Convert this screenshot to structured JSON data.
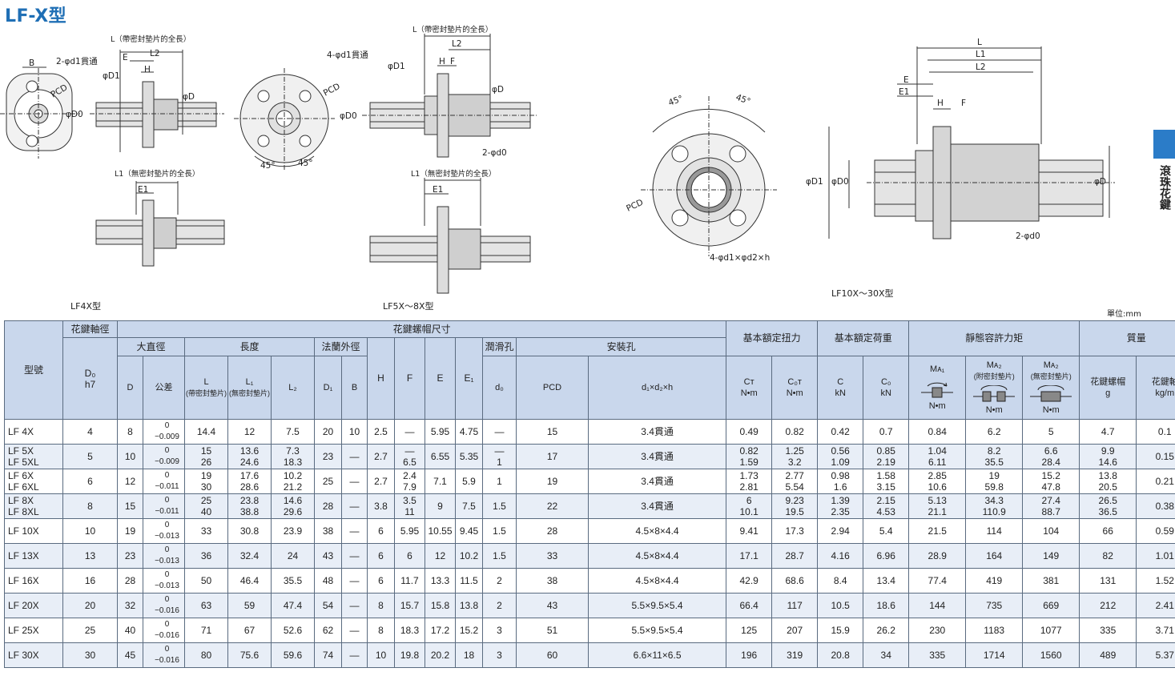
{
  "title": "LF-X型",
  "side_tab": {
    "label": "滾珠花鍵",
    "accent": "#2b7cc8"
  },
  "unit_note": "單位:mm",
  "diagrams": {
    "lf4x": {
      "caption": "LF4X型",
      "labels": {
        "B": "B",
        "holes": "2-φd1貫通",
        "pcd": "PCD",
        "L_full": "L（帶密封墊片的全長）",
        "E": "E",
        "L2": "L2",
        "D1": "φD1",
        "H": "H",
        "D": "φD",
        "D0": "φD0",
        "L1_full": "L1（無密封墊片的全長）",
        "E1": "E1"
      }
    },
    "lf5x": {
      "caption": "LF5X～8X型",
      "labels": {
        "holes": "4-φd1貫通",
        "pcd": "PCD",
        "ang1": "45°",
        "ang2": "45°",
        "L_full": "L（帶密封墊片的全長）",
        "L2": "L2",
        "D1": "φD1",
        "H": "H",
        "F": "F",
        "D": "φD",
        "D0": "φD0",
        "d0": "2-φd0",
        "L1_full": "L1（無密封墊片的全長）",
        "E1": "E1"
      }
    },
    "lf10x": {
      "caption": "LF10X～30X型",
      "labels": {
        "ang1": "45°",
        "ang2": "45°",
        "pcd": "PCD",
        "holes": "4-φd1×φd2×h",
        "L": "L",
        "L1": "L1",
        "L2": "L2",
        "E": "E",
        "E1": "E1",
        "H": "H",
        "F": "F",
        "D1": "φD1",
        "D0": "φD0",
        "D": "φD",
        "d0": "2-φd0"
      }
    }
  },
  "table": {
    "groups": {
      "model": "型號",
      "shaft": "花鍵軸徑",
      "nut": "花鍵螺帽尺寸",
      "torque": "基本額定扭力",
      "load": "基本額定荷重",
      "moment": "靜態容許力矩",
      "mass": "質量"
    },
    "subgroups": {
      "outer": "大直徑",
      "length": "長度",
      "flange": "法蘭外徑",
      "lube": "潤滑孔",
      "mount": "安裝孔"
    },
    "cols": {
      "d0_shaft": "D₀",
      "d0_h7": "h7",
      "D": "D",
      "tol": "公差",
      "L": "L",
      "L_note": "(帶密封墊片)",
      "L1": "L₁",
      "L1_note": "(無密封墊片)",
      "L2": "L₂",
      "D1": "D₁",
      "B": "B",
      "H": "H",
      "F": "F",
      "E": "E",
      "E1": "E₁",
      "d0": "d₀",
      "PCD": "PCD",
      "mount": "d₁×d₂×h",
      "CT": "Cᴛ",
      "COT": "C₀ᴛ",
      "Nm": "N•m",
      "C": "C",
      "C0": "C₀",
      "kN": "kN",
      "MA1": "Mᴀ₁",
      "MA2a": "Mᴀ₂",
      "MA2a_note": "(附密封墊片)",
      "MA2b": "Mᴀ₂",
      "MA2b_note": "(無密封墊片)",
      "nut_mass": "花鍵螺帽",
      "nut_unit": "g",
      "shaft_mass": "花鍵軸",
      "shaft_unit": "kg/m"
    },
    "rows": [
      {
        "model": [
          "LF 4X"
        ],
        "d0": "4",
        "D": "8",
        "tol": [
          "0",
          "−0.009"
        ],
        "L": [
          "14.4"
        ],
        "L1": [
          "12"
        ],
        "L2": [
          "7.5"
        ],
        "D1": "20",
        "B": "10",
        "H": "2.5",
        "F": [
          "—"
        ],
        "E": "5.95",
        "E1": "4.75",
        "d0h": [
          "—"
        ],
        "PCD": "15",
        "mount": "3.4貫通",
        "CT": [
          "0.49"
        ],
        "COT": [
          "0.82"
        ],
        "C": [
          "0.42"
        ],
        "C0": [
          "0.7"
        ],
        "MA1": [
          "0.84"
        ],
        "MA2a": [
          "6.2"
        ],
        "MA2b": [
          "5"
        ],
        "mnut": [
          "4.7"
        ],
        "mshaft": "0.1"
      },
      {
        "model": [
          "LF 5X",
          "LF 5XL"
        ],
        "d0": "5",
        "D": "10",
        "tol": [
          "0",
          "−0.009"
        ],
        "L": [
          "15",
          "26"
        ],
        "L1": [
          "13.6",
          "24.6"
        ],
        "L2": [
          "7.3",
          "18.3"
        ],
        "D1": "23",
        "B": "—",
        "H": "2.7",
        "F": [
          "—",
          "6.5"
        ],
        "E": "6.55",
        "E1": "5.35",
        "d0h": [
          "—",
          "1"
        ],
        "PCD": "17",
        "mount": "3.4貫通",
        "CT": [
          "0.82",
          "1.59"
        ],
        "COT": [
          "1.25",
          "3.2"
        ],
        "C": [
          "0.56",
          "1.09"
        ],
        "C0": [
          "0.85",
          "2.19"
        ],
        "MA1": [
          "1.04",
          "6.11"
        ],
        "MA2a": [
          "8.2",
          "35.5"
        ],
        "MA2b": [
          "6.6",
          "28.4"
        ],
        "mnut": [
          "9.9",
          "14.6"
        ],
        "mshaft": "0.15"
      },
      {
        "model": [
          "LF 6X",
          "LF 6XL"
        ],
        "d0": "6",
        "D": "12",
        "tol": [
          "0",
          "−0.011"
        ],
        "L": [
          "19",
          "30"
        ],
        "L1": [
          "17.6",
          "28.6"
        ],
        "L2": [
          "10.2",
          "21.2"
        ],
        "D1": "25",
        "B": "—",
        "H": "2.7",
        "F": [
          "2.4",
          "7.9"
        ],
        "E": "7.1",
        "E1": "5.9",
        "d0h": [
          "1"
        ],
        "PCD": "19",
        "mount": "3.4貫通",
        "CT": [
          "1.73",
          "2.81"
        ],
        "COT": [
          "2.77",
          "5.54"
        ],
        "C": [
          "0.98",
          "1.6"
        ],
        "C0": [
          "1.58",
          "3.15"
        ],
        "MA1": [
          "2.85",
          "10.6"
        ],
        "MA2a": [
          "19",
          "59.8"
        ],
        "MA2b": [
          "15.2",
          "47.8"
        ],
        "mnut": [
          "13.8",
          "20.5"
        ],
        "mshaft": "0.21"
      },
      {
        "model": [
          "LF 8X",
          "LF 8XL"
        ],
        "d0": "8",
        "D": "15",
        "tol": [
          "0",
          "−0.011"
        ],
        "L": [
          "25",
          "40"
        ],
        "L1": [
          "23.8",
          "38.8"
        ],
        "L2": [
          "14.6",
          "29.6"
        ],
        "D1": "28",
        "B": "—",
        "H": "3.8",
        "F": [
          "3.5",
          "11"
        ],
        "E": "9",
        "E1": "7.5",
        "d0h": [
          "1.5"
        ],
        "PCD": "22",
        "mount": "3.4貫通",
        "CT": [
          "6",
          "10.1"
        ],
        "COT": [
          "9.23",
          "19.5"
        ],
        "C": [
          "1.39",
          "2.35"
        ],
        "C0": [
          "2.15",
          "4.53"
        ],
        "MA1": [
          "5.13",
          "21.1"
        ],
        "MA2a": [
          "34.3",
          "110.9"
        ],
        "MA2b": [
          "27.4",
          "88.7"
        ],
        "mnut": [
          "26.5",
          "36.5"
        ],
        "mshaft": "0.38"
      },
      {
        "model": [
          "LF 10X"
        ],
        "d0": "10",
        "D": "19",
        "tol": [
          "0",
          "−0.013"
        ],
        "L": [
          "33"
        ],
        "L1": [
          "30.8"
        ],
        "L2": [
          "23.9"
        ],
        "D1": "38",
        "B": "—",
        "H": "6",
        "F": [
          "5.95"
        ],
        "E": "10.55",
        "E1": "9.45",
        "d0h": [
          "1.5"
        ],
        "PCD": "28",
        "mount": "4.5×8×4.4",
        "CT": [
          "9.41"
        ],
        "COT": [
          "17.3"
        ],
        "C": [
          "2.94"
        ],
        "C0": [
          "5.4"
        ],
        "MA1": [
          "21.5"
        ],
        "MA2a": [
          "114"
        ],
        "MA2b": [
          "104"
        ],
        "mnut": [
          "66"
        ],
        "mshaft": "0.59"
      },
      {
        "model": [
          "LF 13X"
        ],
        "d0": "13",
        "D": "23",
        "tol": [
          "0",
          "−0.013"
        ],
        "L": [
          "36"
        ],
        "L1": [
          "32.4"
        ],
        "L2": [
          "24"
        ],
        "D1": "43",
        "B": "—",
        "H": "6",
        "F": [
          "6"
        ],
        "E": "12",
        "E1": "10.2",
        "d0h": [
          "1.5"
        ],
        "PCD": "33",
        "mount": "4.5×8×4.4",
        "CT": [
          "17.1"
        ],
        "COT": [
          "28.7"
        ],
        "C": [
          "4.16"
        ],
        "C0": [
          "6.96"
        ],
        "MA1": [
          "28.9"
        ],
        "MA2a": [
          "164"
        ],
        "MA2b": [
          "149"
        ],
        "mnut": [
          "82"
        ],
        "mshaft": "1.01"
      },
      {
        "model": [
          "LF 16X"
        ],
        "d0": "16",
        "D": "28",
        "tol": [
          "0",
          "−0.013"
        ],
        "L": [
          "50"
        ],
        "L1": [
          "46.4"
        ],
        "L2": [
          "35.5"
        ],
        "D1": "48",
        "B": "—",
        "H": "6",
        "F": [
          "11.7"
        ],
        "E": "13.3",
        "E1": "11.5",
        "d0h": [
          "2"
        ],
        "PCD": "38",
        "mount": "4.5×8×4.4",
        "CT": [
          "42.9"
        ],
        "COT": [
          "68.6"
        ],
        "C": [
          "8.4"
        ],
        "C0": [
          "13.4"
        ],
        "MA1": [
          "77.4"
        ],
        "MA2a": [
          "419"
        ],
        "MA2b": [
          "381"
        ],
        "mnut": [
          "131"
        ],
        "mshaft": "1.52"
      },
      {
        "model": [
          "LF 20X"
        ],
        "d0": "20",
        "D": "32",
        "tol": [
          "0",
          "−0.016"
        ],
        "L": [
          "63"
        ],
        "L1": [
          "59"
        ],
        "L2": [
          "47.4"
        ],
        "D1": "54",
        "B": "—",
        "H": "8",
        "F": [
          "15.7"
        ],
        "E": "15.8",
        "E1": "13.8",
        "d0h": [
          "2"
        ],
        "PCD": "43",
        "mount": "5.5×9.5×5.4",
        "CT": [
          "66.4"
        ],
        "COT": [
          "117"
        ],
        "C": [
          "10.5"
        ],
        "C0": [
          "18.6"
        ],
        "MA1": [
          "144"
        ],
        "MA2a": [
          "735"
        ],
        "MA2b": [
          "669"
        ],
        "mnut": [
          "212"
        ],
        "mshaft": "2.41"
      },
      {
        "model": [
          "LF 25X"
        ],
        "d0": "25",
        "D": "40",
        "tol": [
          "0",
          "−0.016"
        ],
        "L": [
          "71"
        ],
        "L1": [
          "67"
        ],
        "L2": [
          "52.6"
        ],
        "D1": "62",
        "B": "—",
        "H": "8",
        "F": [
          "18.3"
        ],
        "E": "17.2",
        "E1": "15.2",
        "d0h": [
          "3"
        ],
        "PCD": "51",
        "mount": "5.5×9.5×5.4",
        "CT": [
          "125"
        ],
        "COT": [
          "207"
        ],
        "C": [
          "15.9"
        ],
        "C0": [
          "26.2"
        ],
        "MA1": [
          "230"
        ],
        "MA2a": [
          "1183"
        ],
        "MA2b": [
          "1077"
        ],
        "mnut": [
          "335"
        ],
        "mshaft": "3.71"
      },
      {
        "model": [
          "LF 30X"
        ],
        "d0": "30",
        "D": "45",
        "tol": [
          "0",
          "−0.016"
        ],
        "L": [
          "80"
        ],
        "L1": [
          "75.6"
        ],
        "L2": [
          "59.6"
        ],
        "D1": "74",
        "B": "—",
        "H": "10",
        "F": [
          "19.8"
        ],
        "E": "20.2",
        "E1": "18",
        "d0h": [
          "3"
        ],
        "PCD": "60",
        "mount": "6.6×11×6.5",
        "CT": [
          "196"
        ],
        "COT": [
          "319"
        ],
        "C": [
          "20.8"
        ],
        "C0": [
          "34"
        ],
        "MA1": [
          "335"
        ],
        "MA2a": [
          "1714"
        ],
        "MA2b": [
          "1560"
        ],
        "mnut": [
          "489"
        ],
        "mshaft": "5.37"
      }
    ]
  }
}
